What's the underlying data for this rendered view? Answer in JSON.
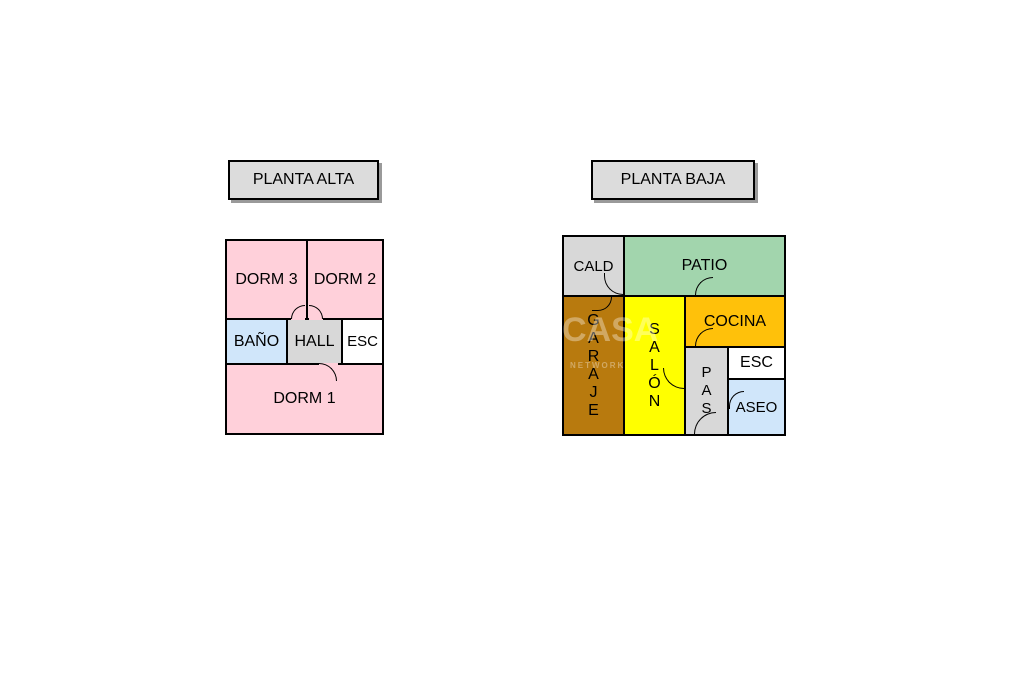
{
  "labels": {
    "upper_floor": "PLANTA ALTA",
    "ground_floor": "PLANTA BAJA"
  },
  "upper_rooms": {
    "dorm3": "DORM 3",
    "dorm2": "DORM 2",
    "bano": "BAÑO",
    "hall": "HALL",
    "esc": "ESC",
    "dorm1": "DORM 1"
  },
  "ground_rooms": {
    "cald": "CALD",
    "patio": "PATIO",
    "garaje": [
      "G",
      "A",
      "R",
      "A",
      "J",
      "E"
    ],
    "salon": [
      "S",
      "A",
      "L",
      "Ó",
      "N"
    ],
    "cocina": "COCINA",
    "pas": [
      "P",
      "A",
      "S"
    ],
    "esc": "ESC",
    "aseo": "ASEO"
  },
  "watermark": {
    "text": "CASA",
    "sub": "NETWORK"
  },
  "colors": {
    "pink": "#ffd0da",
    "blue": "#d0e6fa",
    "gray": "#d8d8d8",
    "green": "#a2d5ad",
    "brown": "#b87a0e",
    "yellow": "#ffff00",
    "orange": "#ffc10a",
    "white": "#ffffff"
  }
}
